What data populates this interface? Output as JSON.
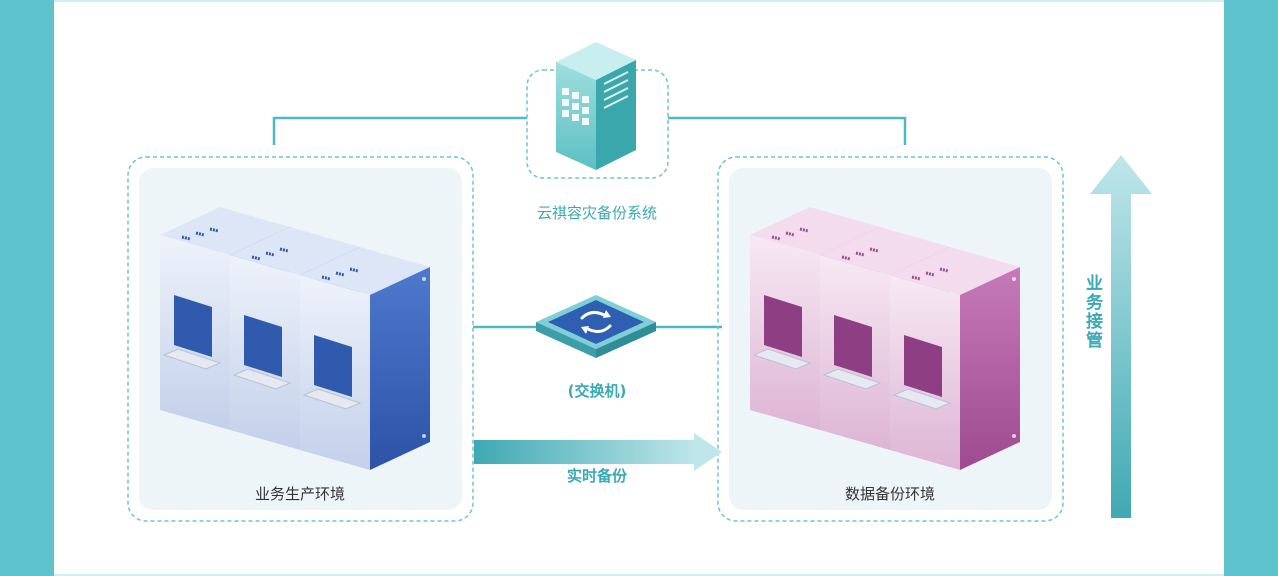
{
  "colors": {
    "side_bar": "#5ec3cc",
    "teal": "#4fb9c3",
    "teal_light": "#a9dde2",
    "panel_bg": "#eef6f8",
    "blue_server": "#3560b8",
    "pink_server": "#b0579f"
  },
  "labels": {
    "cloud_system": "云祺容灾备份系统",
    "switch": "(交换机)",
    "realtime_backup": "实时备份",
    "production_env": "业务生产环境",
    "backup_env": "数据备份环境",
    "takeover": "业务接管"
  },
  "icons": {
    "cloud_server": "server-tower-icon",
    "switch": "network-switch-icon",
    "production": "server-rack-icon",
    "backup": "server-rack-icon"
  }
}
